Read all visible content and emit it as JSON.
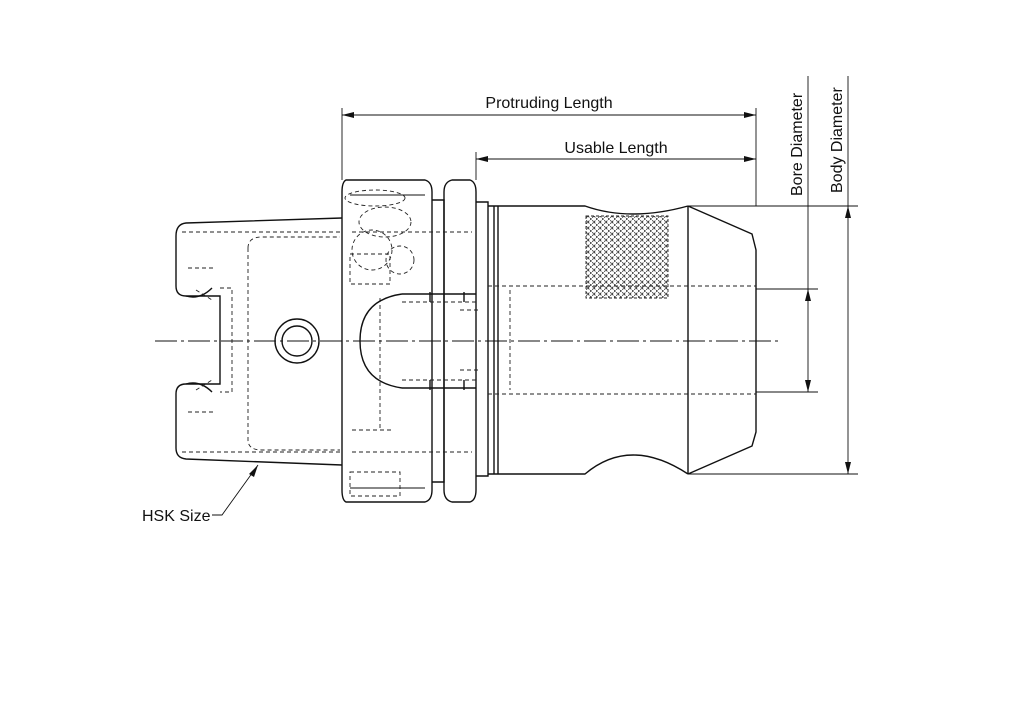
{
  "labels": {
    "protruding_length": "Protruding Length",
    "usable_length": "Usable Length",
    "bore_diameter": "Bore Diameter",
    "body_diameter": "Body Diameter",
    "hsk_size": "HSK Size"
  }
}
